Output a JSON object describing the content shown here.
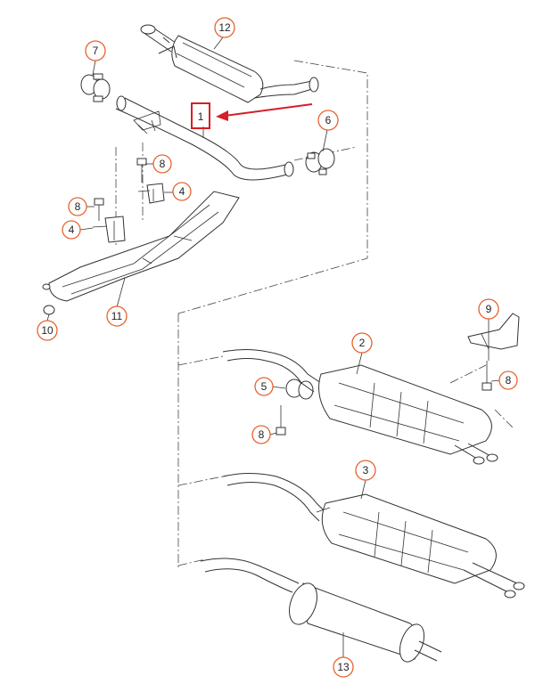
{
  "callouts": {
    "c1": "1",
    "c2": "2",
    "c3": "3",
    "c4a": "4",
    "c4b": "4",
    "c5": "5",
    "c6": "6",
    "c7": "7",
    "c8a": "8",
    "c8b": "8",
    "c8c": "8",
    "c8d": "8",
    "c9": "9",
    "c10": "10",
    "c11": "11",
    "c12": "12",
    "c13": "13"
  },
  "colors": {
    "callout_ring": "#e8622c",
    "highlight_box": "#d61f26",
    "highlight_arrow": "#d61f26",
    "line": "#333333"
  }
}
